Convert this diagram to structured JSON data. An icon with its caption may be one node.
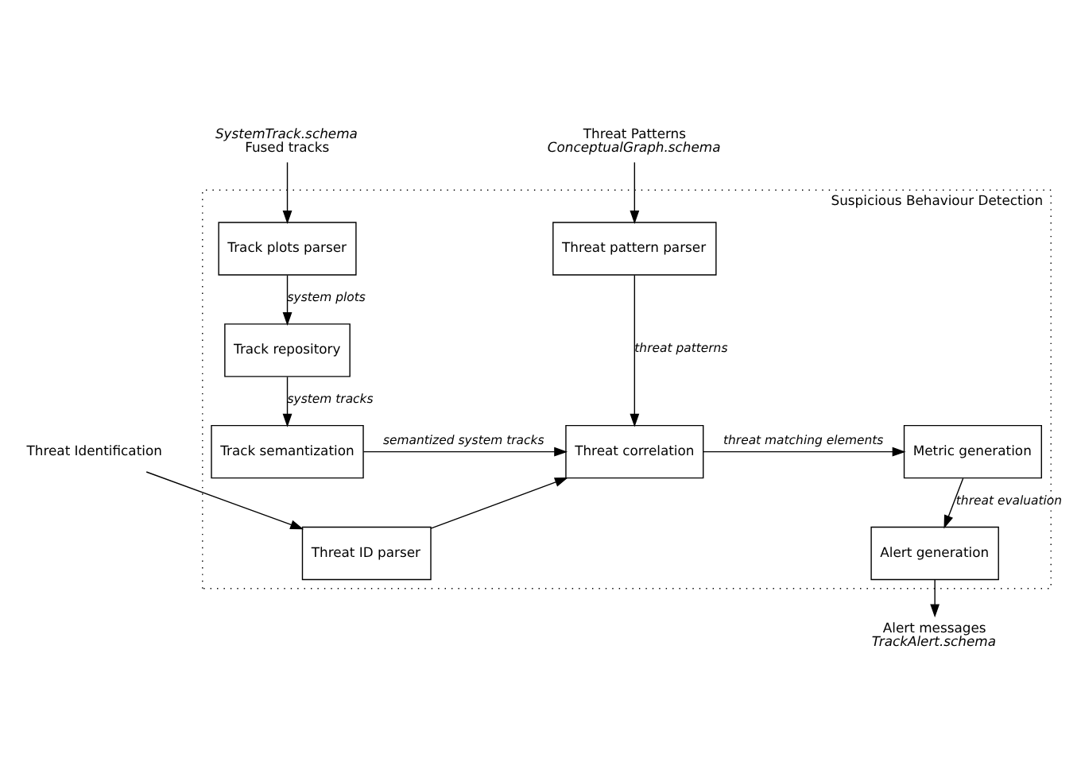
{
  "diagram": {
    "nodes": [
      {
        "text": [
          "Suspicious Behaviour Detection"
        ]
      },
      {
        "text": [
          "Track plots parser"
        ],
        "in": 0
      },
      {
        "text": [
          "Threat pattern parser"
        ],
        "in": 0
      },
      {
        "text": [
          "Track repository"
        ],
        "in": 0
      },
      {
        "text": [
          "Track semantization"
        ],
        "in": 0
      },
      {
        "text": [
          "Threat correlation"
        ],
        "in": 0
      },
      {
        "text": [
          "Metric generation"
        ],
        "in": 0
      },
      {
        "text": [
          "Threat ID parser"
        ],
        "in": 0
      },
      {
        "text": [
          "Alert generation"
        ],
        "in": 0
      },
      {
        "text": [
          "SystemTrack.schema",
          "Fused tracks"
        ]
      },
      {
        "text": [
          "Threat Patterns",
          "ConceptualGraph.schema"
        ]
      },
      {
        "text": [
          "Threat Identification"
        ]
      },
      {
        "text": [
          "Alert messages",
          "TrackAlert.schema"
        ]
      }
    ],
    "edges": [
      {
        "from": 9,
        "to": 1,
        "arrow": "to"
      },
      {
        "from": 10,
        "to": 2,
        "arrow": "to"
      },
      {
        "from": 1,
        "to": 3,
        "arrow": "to",
        "label": "system plots"
      },
      {
        "from": 3,
        "to": 4,
        "arrow": "to",
        "label": "system tracks"
      },
      {
        "from": 2,
        "to": 5,
        "arrow": "to",
        "label": "threat patterns"
      },
      {
        "from": 4,
        "to": 5,
        "arrow": "to",
        "label": "semantized system tracks"
      },
      {
        "from": 7,
        "to": 5,
        "arrow": "to"
      },
      {
        "from": 5,
        "to": 6,
        "arrow": "to",
        "label": "threat matching elements"
      },
      {
        "from": 6,
        "to": 8,
        "arrow": "to",
        "label": "threat evaluation"
      },
      {
        "from": 11,
        "to": 7,
        "arrow": "to"
      },
      {
        "from": 8,
        "to": 12,
        "arrow": "to"
      }
    ]
  }
}
